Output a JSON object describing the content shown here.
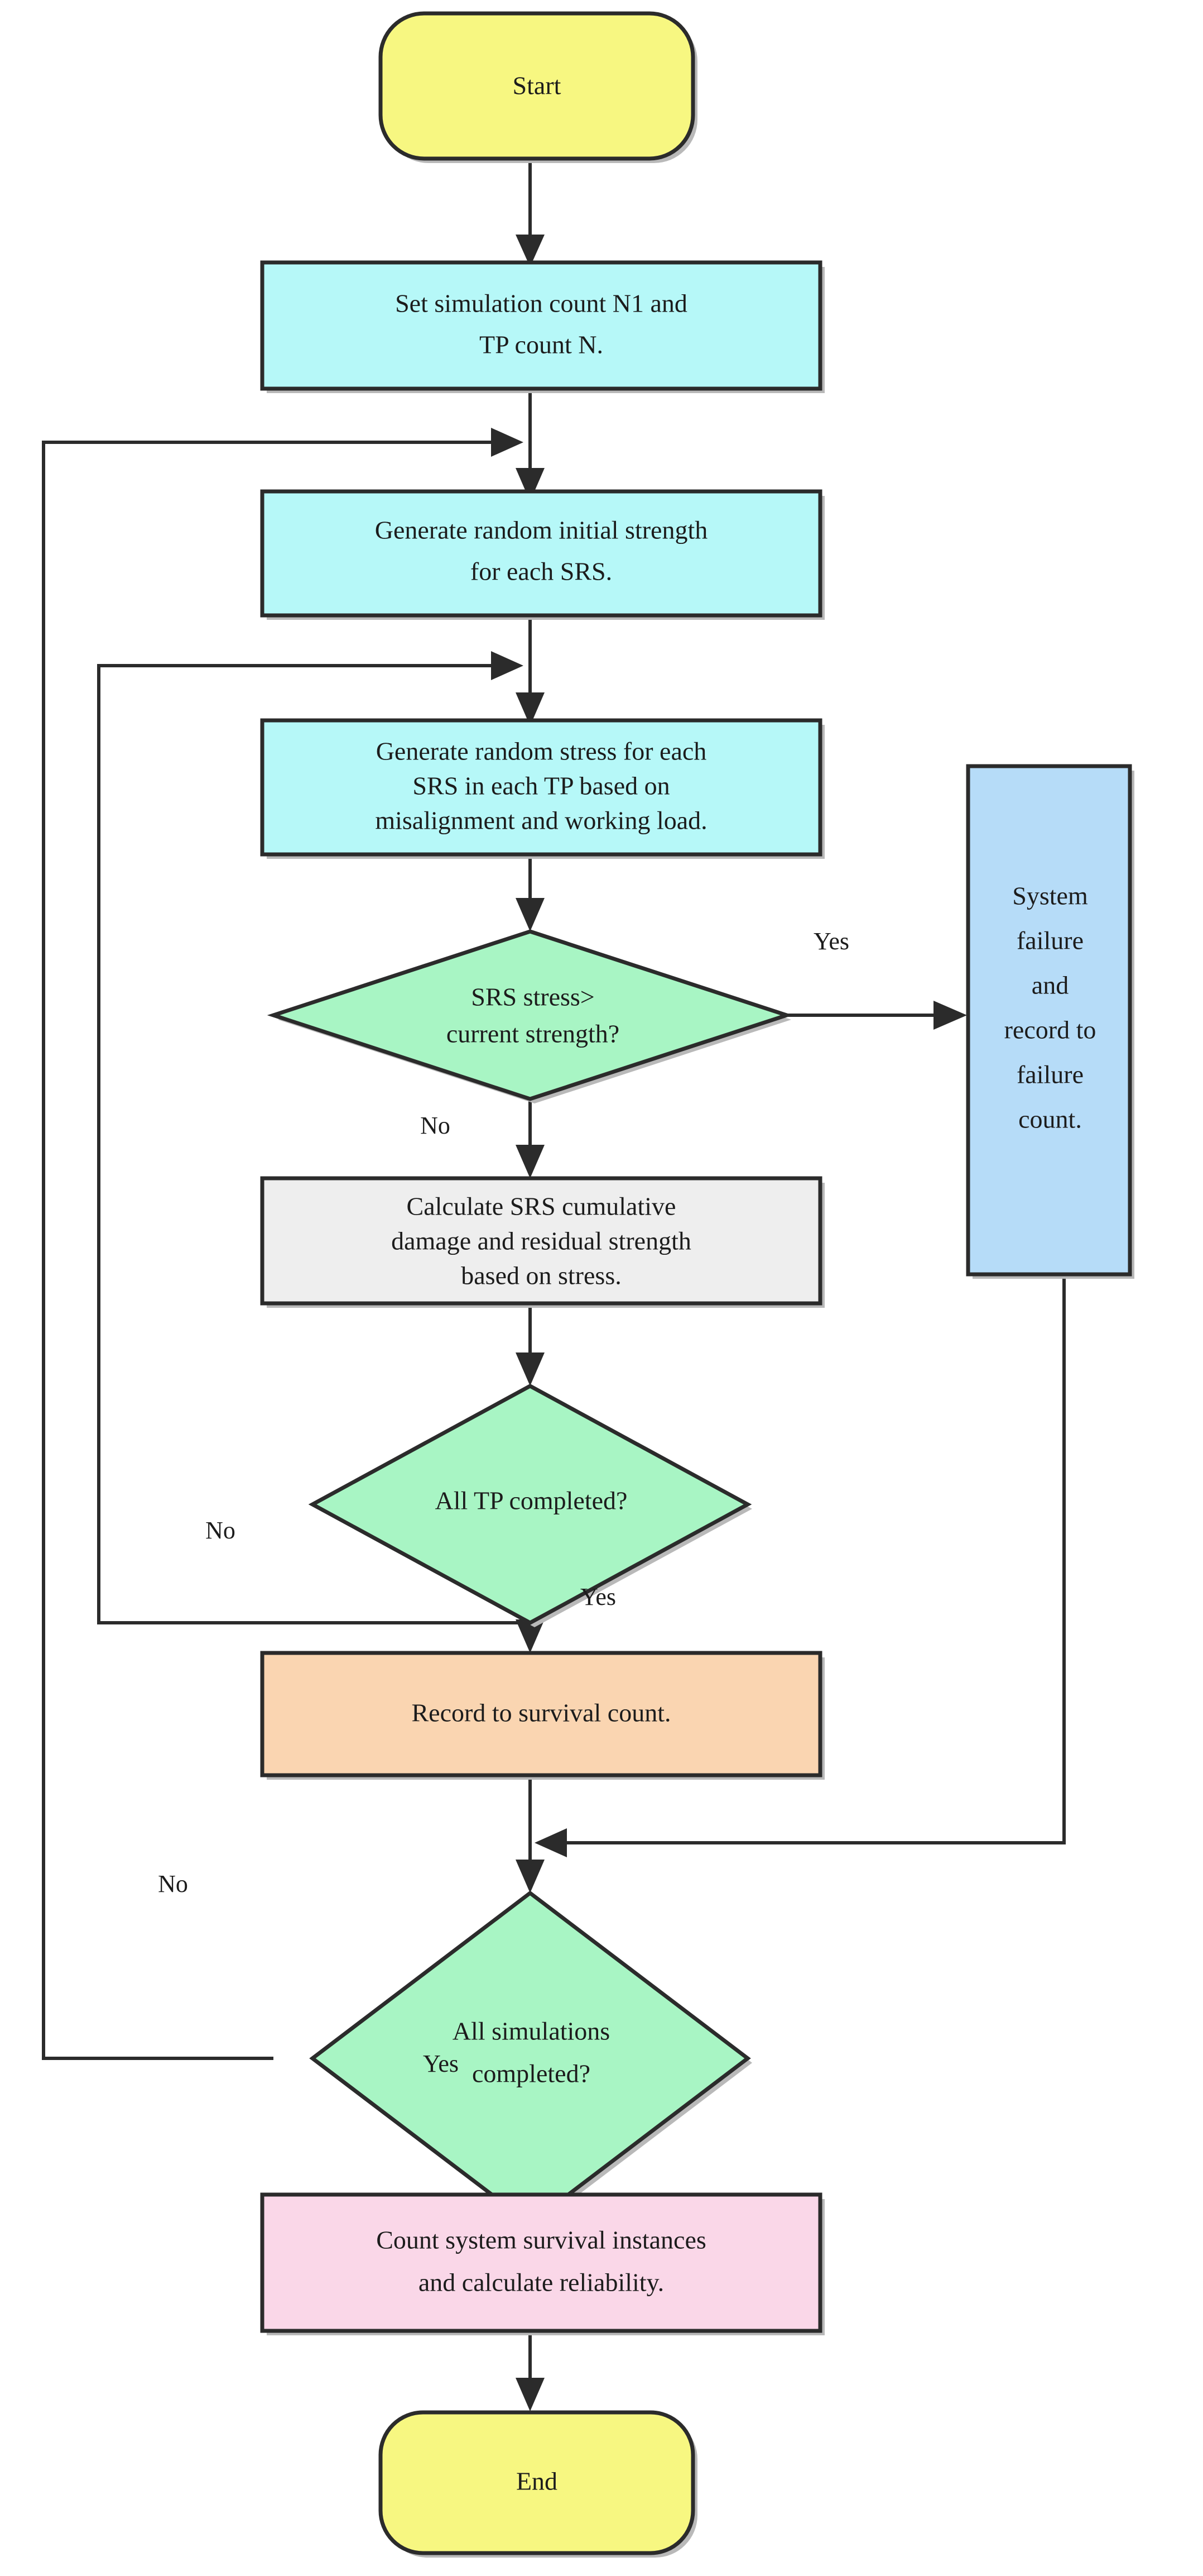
{
  "diagram": {
    "title": "Monte Carlo simulation flowchart for system reliability",
    "background_color": "#ffffff",
    "line_color": "#2b2b2b",
    "text_color": "#1c1c1c"
  },
  "nodes": [
    {
      "id": "start",
      "shape": "terminator",
      "label": "Start",
      "lines": [
        "Start"
      ],
      "fill": "#f7f781"
    },
    {
      "id": "set-counts",
      "shape": "process",
      "label": "Set simulation count N1 and TP count N.",
      "lines": [
        "Set simulation count N1 and",
        "TP count N."
      ],
      "fill": "#b6f8f8"
    },
    {
      "id": "gen-initial-strength",
      "shape": "process",
      "label": "Generate random initial strength for each SRS.",
      "lines": [
        "Generate random initial strength",
        "for each SRS."
      ],
      "fill": "#b6f8f8"
    },
    {
      "id": "gen-stress",
      "shape": "process",
      "label": "Generate random stress for each SRS in each TP based on misalignment and working load.",
      "lines": [
        "Generate random stress for each",
        "SRS in each TP based on",
        "misalignment and working load."
      ],
      "fill": "#b6f8f8"
    },
    {
      "id": "stress-vs-strength",
      "shape": "decision",
      "label": "SRS stress> current strength?",
      "lines": [
        "SRS stress>",
        "current strength?"
      ],
      "fill": "#a8f5c4"
    },
    {
      "id": "system-failure",
      "shape": "process",
      "label": "System failure and record to failure count.",
      "lines": [
        "System",
        "failure",
        "and",
        "record to",
        "failure",
        "count."
      ],
      "fill": "#b6dcf8"
    },
    {
      "id": "calc-damage",
      "shape": "process",
      "label": "Calculate SRS cumulative damage and residual strength based on stress.",
      "lines": [
        "Calculate SRS cumulative",
        "damage and residual strength",
        "based on stress."
      ],
      "fill": "#eeeeee"
    },
    {
      "id": "all-tp-completed",
      "shape": "decision",
      "label": "All TP completed?",
      "lines": [
        "All TP completed?"
      ],
      "fill": "#a8f5c4"
    },
    {
      "id": "record-survival",
      "shape": "process",
      "label": "Record to survival count.",
      "lines": [
        "Record to survival count."
      ],
      "fill": "#fad5b1"
    },
    {
      "id": "all-sims-completed",
      "shape": "decision",
      "label": "All simulations completed?",
      "lines": [
        "All simulations",
        "completed?"
      ],
      "fill": "#a8f5c4"
    },
    {
      "id": "count-reliability",
      "shape": "process",
      "label": "Count system survival instances and calculate reliability.",
      "lines": [
        "Count system survival instances",
        "and calculate reliability."
      ],
      "fill": "#fad7e8"
    },
    {
      "id": "end",
      "shape": "terminator",
      "label": "End",
      "lines": [
        "End"
      ],
      "fill": "#f7f781"
    }
  ],
  "edge_labels": {
    "stress_yes": "Yes",
    "stress_no": "No",
    "tp_no": "No",
    "tp_yes": "Yes",
    "sims_no": "No",
    "sims_yes": "Yes"
  }
}
